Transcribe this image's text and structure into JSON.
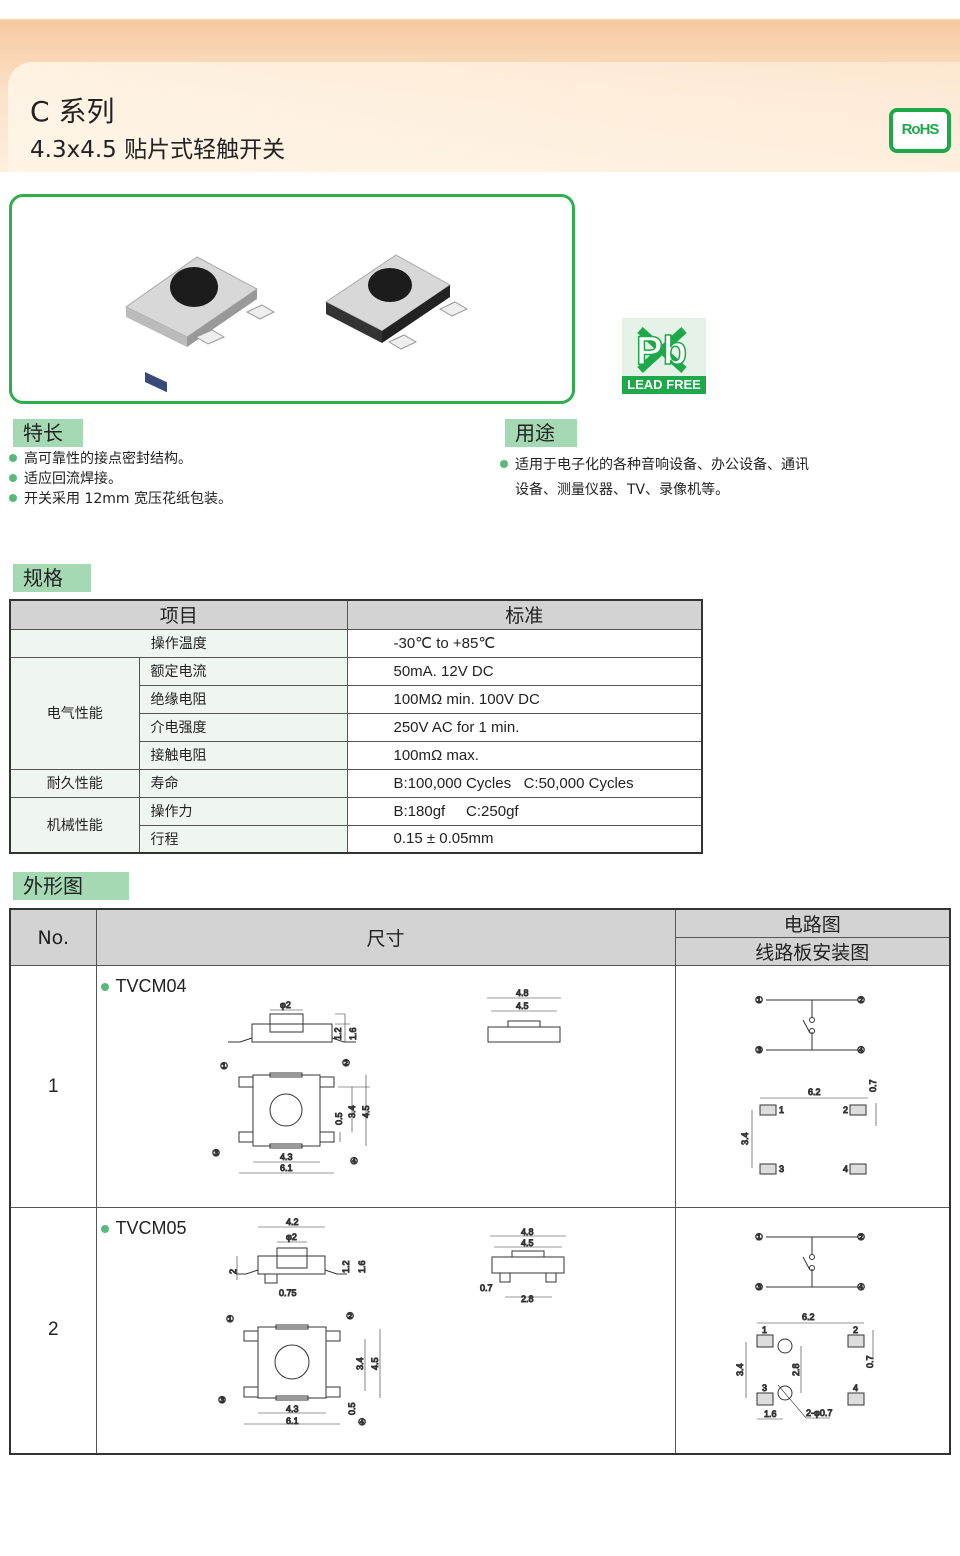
{
  "header": {
    "title": "C 系列",
    "subtitle": "4.3x4.5 贴片式轻触开关",
    "rohs": "RoHS"
  },
  "lead_free": {
    "label": "LEAD FREE",
    "symbol": "Pb"
  },
  "features": {
    "title": "特长",
    "items": [
      "高可靠性的接点密封结构。",
      "适应回流焊接。",
      "开关采用 12mm 宽压花纸包装。"
    ]
  },
  "applications": {
    "title": "用途",
    "lines": [
      "适用于电子化的各种音响设备、办公设备、通讯",
      "设备、测量仪器、TV、录像机等。"
    ]
  },
  "spec": {
    "title": "规格",
    "headers": [
      "项目",
      "标准"
    ],
    "rows": [
      {
        "group": "操作温度",
        "value": "-30℃ to +85℃"
      },
      {
        "group": "电气性能",
        "item": "额定电流",
        "value": "50mA. 12V DC"
      },
      {
        "item": "绝缘电阻",
        "value": "100MΩ min. 100V DC"
      },
      {
        "item": "介电强度",
        "value": "250V AC for 1 min."
      },
      {
        "item": "接触电阻",
        "value": "100mΩ max."
      },
      {
        "group": "耐久性能",
        "item": "寿命",
        "value": "B:100,000 Cycles   C:50,000 Cycles"
      },
      {
        "group": "机械性能",
        "item": "操作力",
        "value": "B:180gf     C:250gf"
      },
      {
        "item": "行程",
        "value": "0.15 ± 0.05mm"
      }
    ]
  },
  "outline": {
    "title": "外形图",
    "headers": {
      "no": "No.",
      "size": "尺寸",
      "circuit": "电路图",
      "pcb": "线路板安装图"
    },
    "pins": [
      "①",
      "②",
      "③",
      "④"
    ],
    "pad_labels": [
      "1",
      "2",
      "3",
      "4"
    ],
    "rows": [
      {
        "no": "1",
        "model": "TVCM04",
        "dims": {
          "phi": "φ2",
          "h1": "1.2",
          "h2": "1.6",
          "w1": "4.3",
          "w2": "6.1",
          "p": "0.5",
          "v1": "3.4",
          "v2": "4.5",
          "f1": "4.8",
          "f2": "4.5"
        },
        "pcb": {
          "w": "6.2",
          "pad": "0.7",
          "h": "3.4"
        }
      },
      {
        "no": "2",
        "model": "TVCM05",
        "dims": {
          "top": "4.2",
          "phi": "φ2",
          "side": "2",
          "off": "0.75",
          "h1": "1.2",
          "h2": "1.6",
          "w1": "4.3",
          "w2": "6.1",
          "p": "0.5",
          "v1": "3.4",
          "v2": "4.5",
          "f1": "4.8",
          "f2": "4.5",
          "f3": "0.7",
          "f4": "2.8"
        },
        "pcb": {
          "w": "6.2",
          "pad": "0.7",
          "h": "3.4",
          "hole": "2.8",
          "off": "1.6",
          "holes": "2-φ0.7"
        }
      }
    ]
  },
  "colors": {
    "green": "#2fae4e",
    "tag": "#a5d9b3",
    "header_gray": "#d3d3d3"
  }
}
